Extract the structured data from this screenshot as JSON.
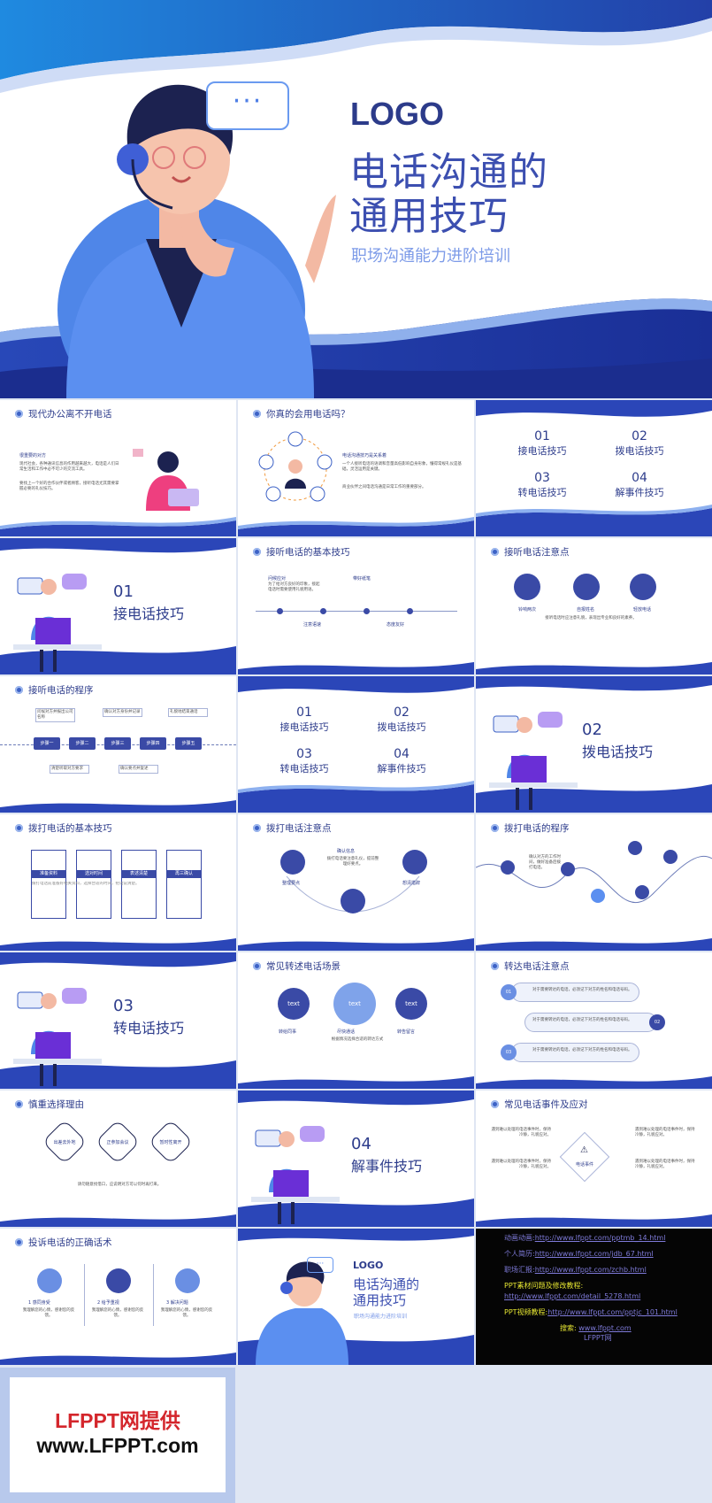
{
  "hero": {
    "logo": "LOGO",
    "title_line1": "电话沟通的",
    "title_line2": "通用技巧",
    "subtitle": "职场沟通能力进阶培训",
    "bubble": "···"
  },
  "slides": {
    "s1": {
      "title": "现代办公离不开电话",
      "p1": "很重要的对方",
      "p2": "现代社会，各种通讯信息的作用越来越大，电话是人们日常生活和工作中必不可少的交流工具。",
      "p3": "要找上一个好的合作伙伴或者顾客，接听电话尤其需要掌握必要的礼仪技巧。"
    },
    "s2": {
      "title": "你真的会用电话吗？",
      "h": "电话沟通技巧是关系着",
      "p": "一个人接听电话的语调和音量高低影响自身形象，懂得常规礼仪是基础，灵活运用是关键。",
      "p2": "商业伙伴之间电话沟通是日常工作的重要部分。"
    },
    "s3": {
      "items": [
        {
          "num": "01",
          "label": "接电话技巧"
        },
        {
          "num": "02",
          "label": "拨电话技巧"
        },
        {
          "num": "03",
          "label": "转电话技巧"
        },
        {
          "num": "04",
          "label": "解事件技巧"
        }
      ]
    },
    "s4": {
      "num": "01",
      "label": "接电话技巧"
    },
    "s5": {
      "title": "接听电话的基本技巧",
      "a": "问候应对",
      "b": "带好纸笔",
      "c": "注意语速",
      "d": "态度友好",
      "desc": "为了给对方良好的印象，接起电话时需要使用礼貌用语。"
    },
    "s6": {
      "title": "接听电话注意点",
      "a": "铃响两次",
      "b": "自报姓名",
      "c": "轻放电话",
      "desc": "接听电话时应注意礼貌，表现出专业和良好的素养。"
    },
    "s7": {
      "title": "接听电话的程序",
      "steps": [
        "步骤一",
        "步骤二",
        "步骤三",
        "步骤四",
        "步骤五"
      ],
      "n1": "问候对方并报出公司名称",
      "n2": "确认对方身份并记录",
      "n3": "礼貌地结束通话",
      "n4": "清楚听取对方要求",
      "n5": "确认要点并复述"
    },
    "s8": {
      "items": [
        {
          "num": "01",
          "label": "接电话技巧"
        },
        {
          "num": "02",
          "label": "拨电话技巧"
        },
        {
          "num": "03",
          "label": "转电话技巧"
        },
        {
          "num": "04",
          "label": "解事件技巧"
        }
      ]
    },
    "s9": {
      "num": "02",
      "label": "拨电话技巧"
    },
    "s10": {
      "title": "拨打电话的基本技巧",
      "cards": [
        "准备资料",
        "选对时间",
        "表述清楚",
        "再三确认"
      ],
      "desc": "拨打电话前准备好相关资料，选择合适的时间，把话说清楚。"
    },
    "s11": {
      "title": "拨打电话注意点",
      "a": "确认信息",
      "b": "整理要点",
      "c": "想清措辞",
      "desc": "拨打电话要注意礼仪，提前整理好要点。"
    },
    "s12": {
      "title": "拨打电话的程序",
      "desc": "确认对方的工作时间，做好准备后拨打电话。"
    },
    "s13": {
      "num": "03",
      "label": "转电话技巧"
    },
    "s14": {
      "title": "常见转述电话场景",
      "icons": [
        "text",
        "text",
        "text"
      ],
      "labels": [
        "转给同事",
        "尽快通话",
        "转告留言"
      ],
      "desc": "根据情况选择合适的转达方式"
    },
    "s15": {
      "title": "转达电话注意点",
      "nums": [
        "01",
        "02",
        "03"
      ],
      "desc": "对于需要转达的电话，必须记下对方的姓名和电话号码。"
    },
    "s16": {
      "title": "慎重选择理由",
      "items": [
        "出差去外地",
        "正参加会议",
        "暂时性离开"
      ],
      "desc": "请勿随意找借口，应说明对方可以何时再打来。"
    },
    "s17": {
      "num": "04",
      "label": "解事件技巧"
    },
    "s18": {
      "title": "常见电话事件及应对",
      "center": "电话事件",
      "desc": "遇到难以处理的电话事件时，保持冷静，礼貌应对。"
    },
    "s19": {
      "title": "投诉电话的正确话术",
      "items": [
        "1 感同身受",
        "2 给予重视",
        "3 解决问题"
      ],
      "desc": "我理解您的心情，感谢您的反馈。"
    },
    "s20": {
      "logo": "LOGO",
      "t1": "电话沟通的",
      "t2": "通用技巧",
      "sub": "职场沟通能力进阶培训"
    },
    "s21": {
      "links": [
        {
          "label": "动画动画:",
          "url": "http://www.lfppt.com/pptmb_14.html",
          "color": "#7e7ad8"
        },
        {
          "label": "个人简历:",
          "url": "http://www.lfppt.com/jdb_67.html",
          "color": "#7e7ad8"
        },
        {
          "label": "职场汇报:",
          "url": "http://www.lfppt.com/zchb.html",
          "color": "#7e7ad8"
        },
        {
          "label": "PPT素材问题及修改教程:",
          "url": "http://www.lfppt.com/detail_5278.html",
          "color": "#e6e632"
        },
        {
          "label": "PPT视频教程:",
          "url": "http://www.lfppt.com/pptjc_101.html",
          "color": "#e6e632"
        }
      ],
      "search_label": "搜索:",
      "search_url": "www.lfppt.com",
      "brand": "LFPPT网"
    }
  },
  "footer": {
    "line1": "LFPPT网提供",
    "line2": "www.LFPPT.com"
  }
}
